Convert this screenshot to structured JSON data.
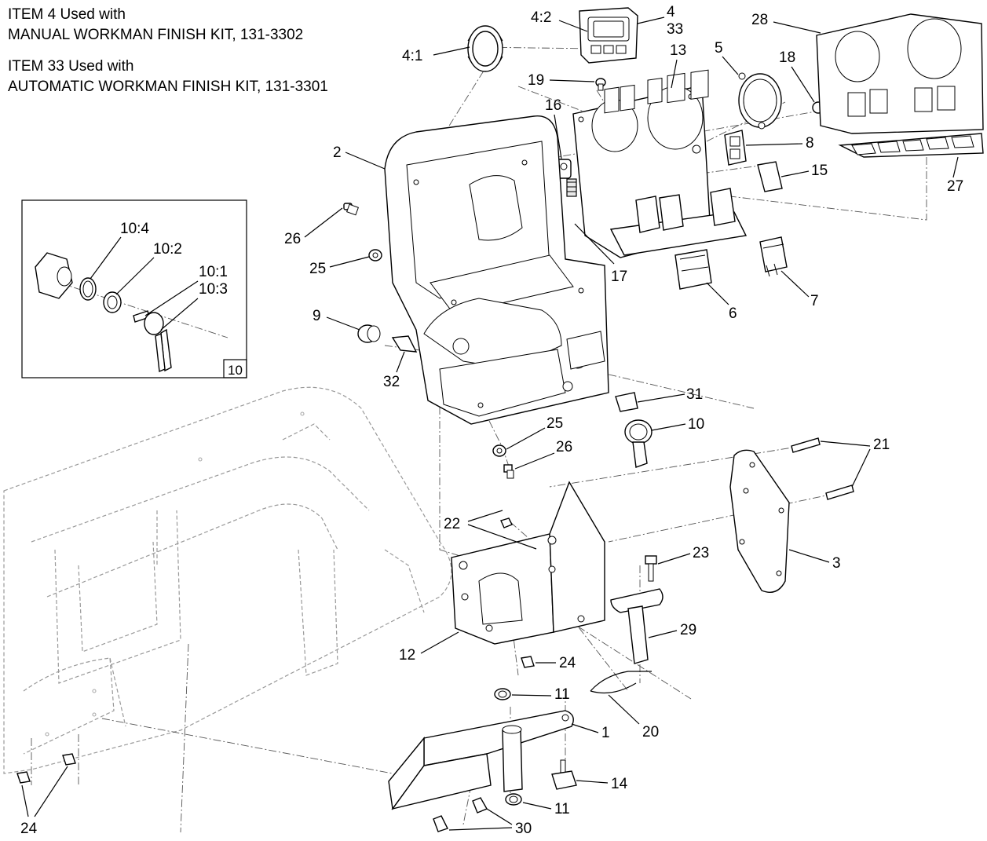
{
  "notes": [
    {
      "line1": "ITEM 4 Used with",
      "line2": "MANUAL WORKMAN FINISH KIT, 131-3302"
    },
    {
      "line1": "ITEM 33 Used with",
      "line2": "AUTOMATIC WORKMAN FINISH KIT, 131-3301"
    }
  ],
  "callouts": {
    "c4_1": "4:1",
    "c4_2": "4:2",
    "c4": "4",
    "c33": "33",
    "c28": "28",
    "c13": "13",
    "c5": "5",
    "c18": "18",
    "c19": "19",
    "c16": "16",
    "c2": "2",
    "c8": "8",
    "c15": "15",
    "c27": "27",
    "c26a": "26",
    "c25a": "25",
    "c17": "17",
    "c6": "6",
    "c7": "7",
    "c9": "9",
    "c32": "32",
    "c31": "31",
    "c10": "10",
    "c25b": "25",
    "c26b": "26",
    "c21": "21",
    "c22": "22",
    "c23": "23",
    "c3": "3",
    "c29": "29",
    "c12": "12",
    "c24a": "24",
    "c11a": "11",
    "c20": "20",
    "c1": "1",
    "c14": "14",
    "c11b": "11",
    "c24b": "24",
    "c30": "30"
  },
  "inset": {
    "c10_4": "10:4",
    "c10_2": "10:2",
    "c10_1": "10:1",
    "c10_3": "10:3",
    "tag": "10"
  }
}
